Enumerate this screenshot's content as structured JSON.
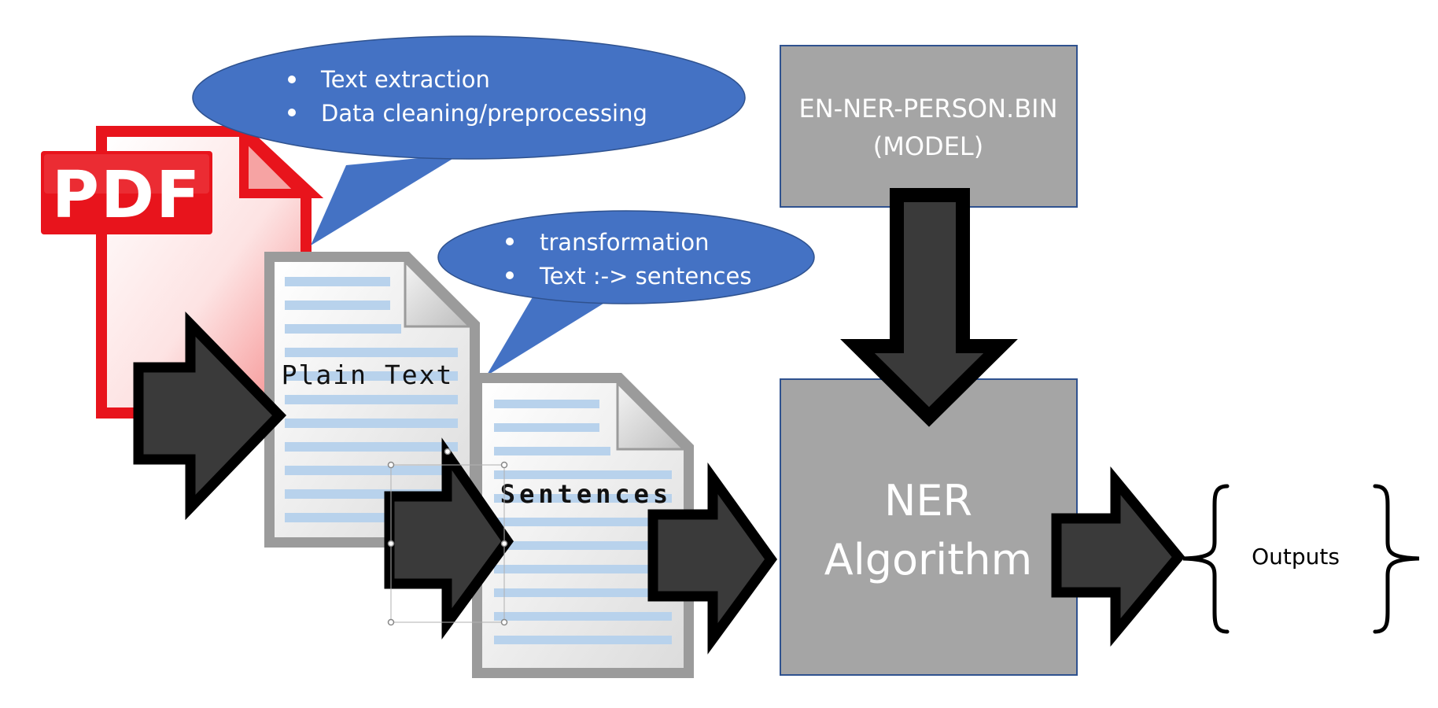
{
  "bubble_top": {
    "items": [
      "Text extraction",
      "Data cleaning/preprocessing"
    ],
    "color": "#4472c4"
  },
  "bubble_mid": {
    "items": [
      "transformation",
      "Text :-> sentences"
    ],
    "color": "#4472c4"
  },
  "pdf_icon": {
    "label": "PDF",
    "color": "#e8141c"
  },
  "doc_plain": {
    "label": "Plain Text"
  },
  "doc_sentences": {
    "label": "Sentences"
  },
  "model_box": {
    "line1": "EN-NER-PERSON.BIN",
    "line2": "(MODEL)",
    "color": "#a5a5a5"
  },
  "algorithm_box": {
    "line1": "NER",
    "line2": "Algorithm",
    "color": "#a5a5a5"
  },
  "outputs": {
    "label": "Outputs"
  },
  "arrow_color": "#3a3a3a"
}
